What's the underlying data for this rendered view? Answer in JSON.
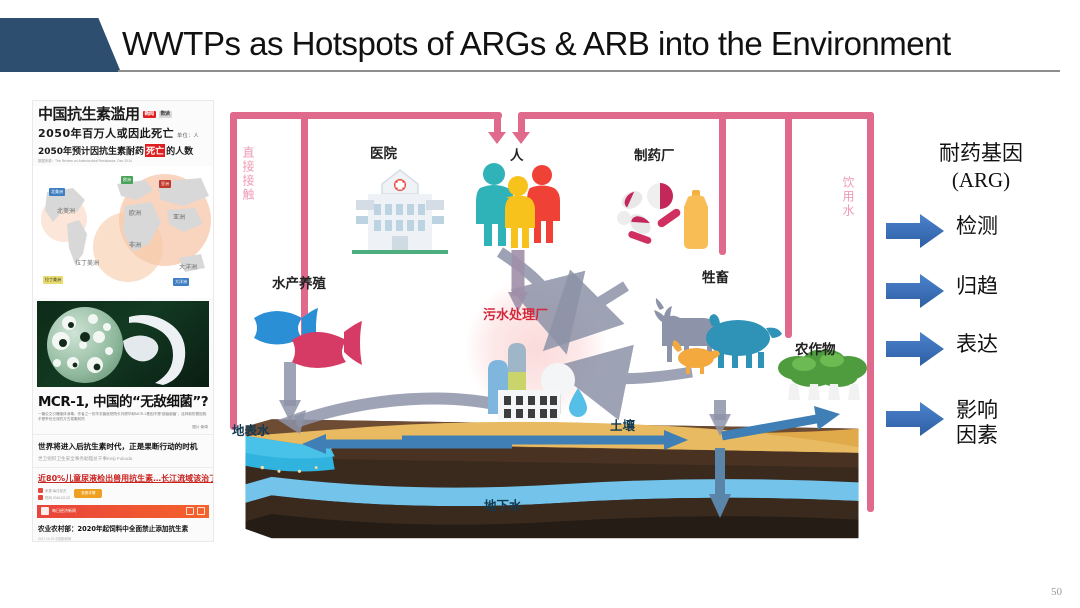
{
  "slide": {
    "title": "WWTPs as Hotspots of ARGs & ARB into the Environment",
    "page_number": "50",
    "accent_navy": "#2e4e70",
    "pipe_pink": "#e06a8c",
    "arrow_blue": "#3a6fbf"
  },
  "news": {
    "headline_main": "中国抗生素滥用",
    "tag_red": "新闻",
    "tag_gray": "数读",
    "headline_sub": "2050年百万人或因此死亡",
    "headline_unit": "单位：人",
    "headline_third_a": "2050年预计因抗生素耐药",
    "headline_third_hl": "死亡",
    "headline_third_b": "的人数",
    "source_line": "数据来源：The Review on Antimicrobial Resistance, Dec 2014",
    "map_labels": [
      {
        "text": "北美洲",
        "color": "#3f7fc1"
      },
      {
        "text": "欧洲",
        "color": "#4aa35a"
      },
      {
        "text": "非洲",
        "color": "#e0922f"
      },
      {
        "text": "亚洲",
        "color": "#c0392b"
      },
      {
        "text": "拉丁美洲",
        "color": "#d4b32c"
      },
      {
        "text": "大洋洲",
        "color": "#3f7fc1"
      }
    ],
    "map_regions": [
      "北美洲",
      "欧洲",
      "亚洲",
      "非洲",
      "拉丁美洲",
      "大洋洲"
    ],
    "photo_caption": "MCR-1, 中国的“无敌细菌”?",
    "photo_caption_body": "一篇论文引爆媒体消毒，作者之一的华农兽医院院长刘健华和MCR-1基因不是“超级细菌”，这种新的基因既不是举世无双的万古霉素耐药",
    "photo_caption_credit": "图片·新闻",
    "row2_headline": "世界将进入后抗生素时代，正是果断行动的时机",
    "row2_source": "世卫组织卫生安全事务助理总干事Keiji Fukuda",
    "row3_headline": "近80%儿童尿液检出兽用抗生素…长江流域该治了!",
    "row3_meta_a": "来源 每日经济",
    "row3_meta_b": "时间 2016-02-22",
    "row3_chip": "查看详情",
    "bar_title": "每日经济新闻",
    "last_headline": "农业农村部：2020年起饲料中全面禁止添加抗生素",
    "last_sub": "2017-10-23 中国新闻网"
  },
  "diagram": {
    "labels": {
      "hospital": "医院",
      "people": "人",
      "pharma": "制药厂",
      "aquaculture": "水产养殖",
      "wwtp": "污水处理厂",
      "livestock": "牲畜",
      "crops": "农作物",
      "surface_water": "地表水",
      "soil": "土壤",
      "groundwater": "地下水"
    },
    "pipe_labels": {
      "direct_contact": "直接接触",
      "drinking_water": "饮用水"
    }
  },
  "right_panel": {
    "title_cn": "耐药基因",
    "title_en": "(ARG)",
    "items": [
      {
        "label": "检测"
      },
      {
        "label": "归趋"
      },
      {
        "label": "表达"
      },
      {
        "label": "影响\n因素"
      }
    ]
  }
}
